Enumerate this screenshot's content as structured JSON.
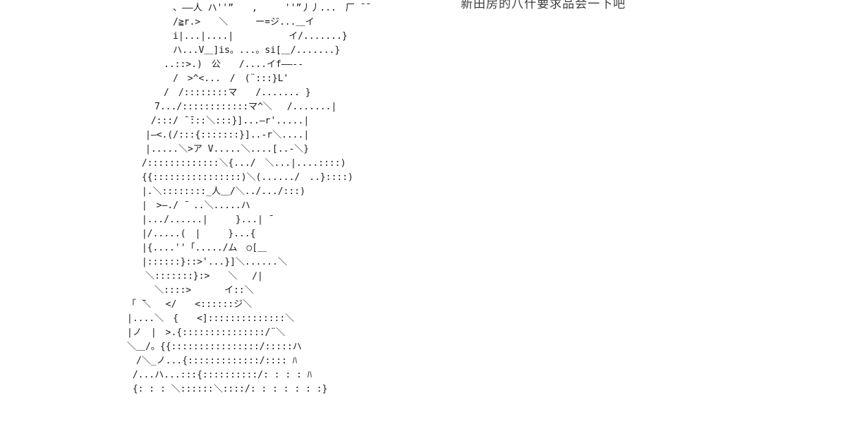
{
  "colors": {
    "background": "#ffffff",
    "dialogue_text": "#3d3d3d",
    "art_text": "#1a1a1a"
  },
  "dialogue": {
    "text": "新田房的八什要求品会一下吧"
  },
  "ascii": {
    "lines": [
      "　　　　　、――人 ハ''”　　,　　　''”丿丿...　厂 ̄ ̄",
      "　　　　　/≧r.>　　＼　　　ー=ジ...＿イ",
      "　　　　　i|...|....|　　　　　　イ/.......}",
      "　　　　　ハ...V＿]is。...。si[＿/.......}",
      "　　　　..::>.)　公　　/....イf――--",
      "　　　　　/　>^<...　/　(¨:::}L'",
      "　　　　/　/::::::::マ　　/....... }",
      "　　　7.../::::::::::::マ^＼　 /.......|",
      "　　 /:::/ ̄ ̄:::＼:::}]...―r'.....|",
      "　　|―<.(/:::{:::::::}]..-r＼....|",
      "　　|.....＼>ア V.....＼....[..-＼}",
      "　 /:::::::::::::＼{.../　＼...|....::::)",
      "　 {{::::::::::::::::)＼(....../　..}::::)",
      "　 |.＼::::::::_人＿/＼../.../:::)",
      "　 |　>―./ ̄　..＼.....ハ",
      "　 |.../......|　　　}...| ̄",
      "　 |/.....(　|　　　}...{",
      "　 |{....''「...../ム　○[＿",
      "　 |::::::}::>'...}]＼......＼",
      "　　＼:::::::}:>　　＼　 ∕|",
      "　　　＼::::>　　　 イ::＼",
      "「 ̄＼　 </　　<::::::ジ＼",
      "|....＼　{　　<]::::::::::::::＼",
      "|ノ　|　>.{:::::::::::::::/¨＼",
      "＼＿/。{{::::::::::::::::/:::::ハ",
      "　/＼_ノ...{:::::::::::::/:::: ﾊ",
      " /...ハ...:::{::::::::::/: : : : ﾊ",
      " {: : : ＼::::::＼::::/: : : : : : :}"
    ]
  }
}
